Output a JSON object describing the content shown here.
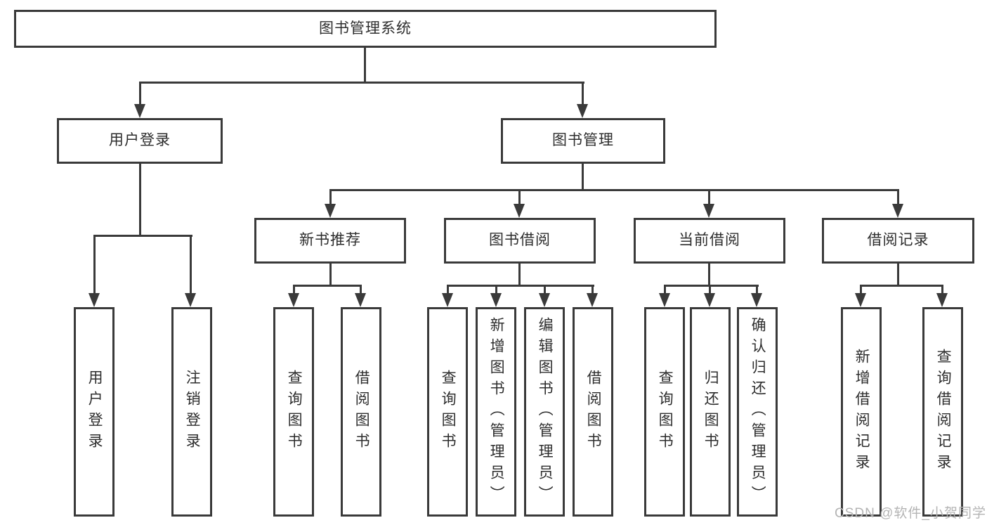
{
  "tree": {
    "root": {
      "label": "图书管理系统",
      "children": [
        {
          "label": "用户登录",
          "children": [
            {
              "label": "用户登录"
            },
            {
              "label": "注销登录"
            }
          ]
        },
        {
          "label": "图书管理",
          "children": [
            {
              "label": "新书推荐",
              "children": [
                {
                  "label": "查询图书"
                },
                {
                  "label": "借阅图书"
                }
              ]
            },
            {
              "label": "图书借阅",
              "children": [
                {
                  "label": "查询图书"
                },
                {
                  "label": "新增图书（管理员）"
                },
                {
                  "label": "编辑图书（管理员）"
                },
                {
                  "label": "借阅图书"
                }
              ]
            },
            {
              "label": "当前借阅",
              "children": [
                {
                  "label": "查询图书"
                },
                {
                  "label": "归还图书"
                },
                {
                  "label": "确认归还（管理员）"
                }
              ]
            },
            {
              "label": "借阅记录",
              "children": [
                {
                  "label": "新增借阅记录"
                },
                {
                  "label": "查询借阅记录"
                }
              ]
            }
          ]
        }
      ]
    }
  },
  "watermark": "CSDN @软件_小贺同学",
  "colors": {
    "line": "#3a3a3a",
    "text": "#2d2d2d",
    "watermark": "#b4b4b4",
    "background": "#ffffff"
  }
}
